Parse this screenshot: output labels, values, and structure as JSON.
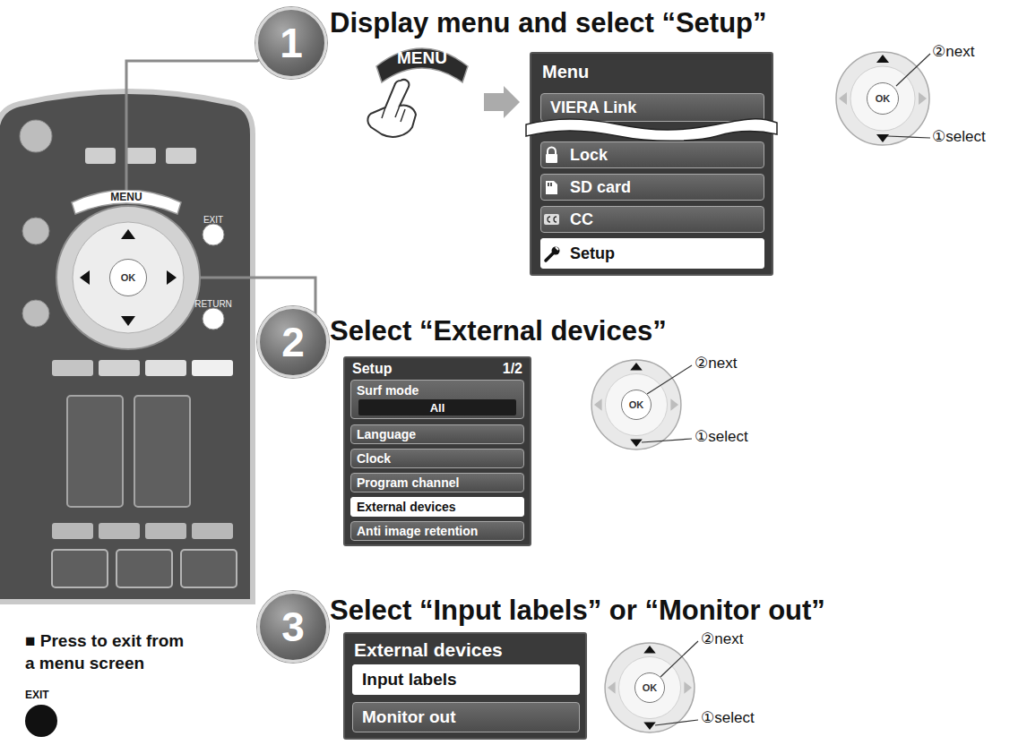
{
  "diagram": {
    "nodes": [
      {
        "text": [
          "MENU"
        ]
      },
      {
        "text": [
          "OK"
        ]
      },
      {
        "text": [
          "1"
        ]
      },
      {
        "text": [
          "MENU"
        ]
      },
      {
        "text": [
          "Menu"
        ]
      },
      {
        "text": [
          "VIERA Link"
        ],
        "in": 4
      },
      {
        "text": [
          "Lock"
        ],
        "in": 4
      },
      {
        "text": [
          "SD card"
        ],
        "in": 4
      },
      {
        "text": [
          "CC"
        ],
        "in": 4
      },
      {
        "text": [
          "Setup"
        ],
        "in": 4
      },
      {
        "text": [
          "OK"
        ]
      },
      {
        "text": [
          "2"
        ]
      },
      {
        "text": [
          "Setup",
          "1/2"
        ]
      },
      {
        "text": [
          "Surf mode"
        ],
        "in": 12
      },
      {
        "text": [
          "All"
        ],
        "in": 13
      },
      {
        "text": [
          "Language"
        ],
        "in": 12
      },
      {
        "text": [
          "Clock"
        ],
        "in": 12
      },
      {
        "text": [
          "Program channel"
        ],
        "in": 12
      },
      {
        "text": [
          "External devices"
        ],
        "in": 12
      },
      {
        "text": [
          "Anti image retention"
        ],
        "in": 12
      },
      {
        "text": [
          "OK"
        ]
      },
      {
        "text": [
          "3"
        ]
      },
      {
        "text": [
          "External devices"
        ]
      },
      {
        "text": [
          "Input labels"
        ],
        "in": 22
      },
      {
        "text": [
          "Monitor out"
        ],
        "in": 22
      },
      {
        "text": [
          "OK"
        ]
      }
    ],
    "edges": [
      {
        "from": 2,
        "to": 0,
        "arrow": "none"
      },
      {
        "from": 11,
        "to": 1,
        "arrow": "none"
      }
    ],
    "labels": [
      "Display menu and select “Setup”",
      "②next",
      "①select",
      "EXIT",
      "RETURN",
      "Select “External devices”",
      "②next",
      "①select",
      "■ Press to exit from a menu screen",
      "EXIT",
      "Select “Input labels” or “Monitor out”",
      "②next",
      "①select"
    ]
  }
}
